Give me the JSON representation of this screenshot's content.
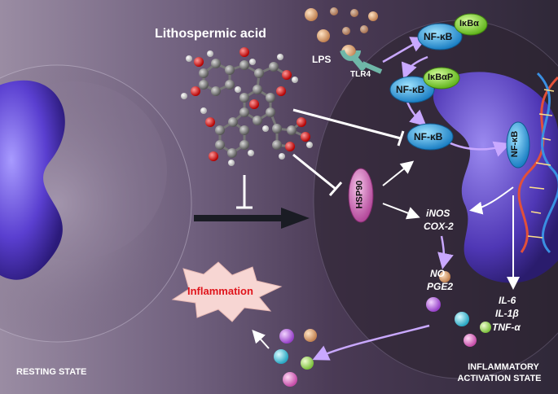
{
  "title": "Lithospermic acid",
  "lps": "LPS",
  "tlr4": "TLR4",
  "nfkb": "NF-κB",
  "ikba": "IκBα",
  "ikbap": "IκBαP",
  "hsp90": "HSP90",
  "inos": "iNOS",
  "cox2": "COX-2",
  "no": "NO",
  "pge2": "PGE2",
  "il6": "IL-6",
  "il1b": "IL-1β",
  "tnfa": "TNF-α",
  "inflammation": "Inflammation",
  "resting_state": "RESTING STATE",
  "activation_state_line1": "INFLAMMATORY",
  "activation_state_line2": "ACTIVATION STATE",
  "colors": {
    "nfkb_fill": "#2a9fe0",
    "ikb_fill": "#7ed321",
    "hsp90_fill": "#d36fb7",
    "inflammation_fill": "#f7d6d3",
    "inflammation_text": "#e0141b",
    "arrow_purple": "#c9a8ff"
  }
}
